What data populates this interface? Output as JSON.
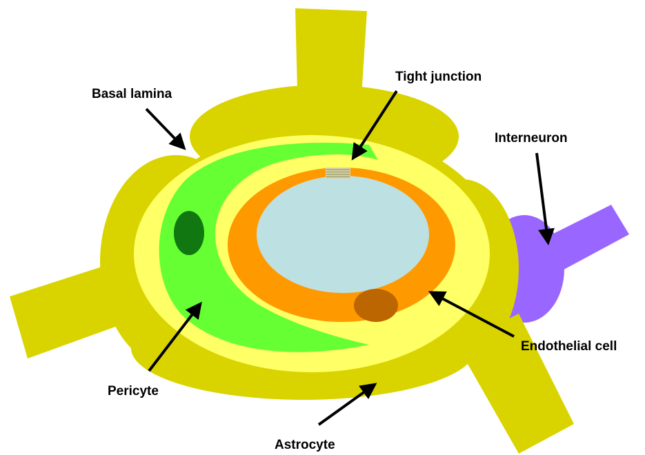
{
  "diagram": {
    "labels": {
      "basal_lamina": "Basal lamina",
      "tight_junction": "Tight junction",
      "interneuron": "Interneuron",
      "endothelial_cell": "Endothelial cell",
      "pericyte": "Pericyte",
      "astrocyte": "Astrocyte"
    },
    "colors": {
      "astrocyte": "#d9d400",
      "basal_lamina": "#ffff66",
      "pericyte": "#66ff33",
      "pericyte_nucleus": "#117711",
      "endothelial_cell": "#ff9900",
      "endothelial_nucleus": "#bb6600",
      "lumen": "#bde0e3",
      "interneuron": "#9966ff",
      "tight_junction": "#999966"
    }
  }
}
